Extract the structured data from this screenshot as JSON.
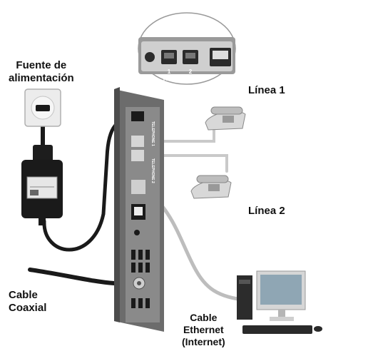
{
  "labels": {
    "power_supply_line1": "Fuente de",
    "power_supply_line2": "alimentación",
    "line1": "Línea 1",
    "line2": "Línea 2",
    "coax_line1": "Cable",
    "coax_line2": "Coaxial",
    "ethernet_line1": "Cable",
    "ethernet_line2": "Ethernet",
    "ethernet_line3": "(Internet)"
  },
  "port_panel": {
    "port1_number": "1",
    "port2_number": "2",
    "title": "TELEPHONE"
  },
  "modem_side": {
    "label_top": "TELEPHONE 1",
    "label_bottom": "TELEPHONE 2"
  },
  "colors": {
    "modem": "#5f5f5f",
    "modem_front": "#757575",
    "cable_dark": "#1a1a1a",
    "cable_light": "#c9c9c9",
    "cable_ethernet": "#bdbdbd",
    "panel": "#dcdcdc"
  }
}
